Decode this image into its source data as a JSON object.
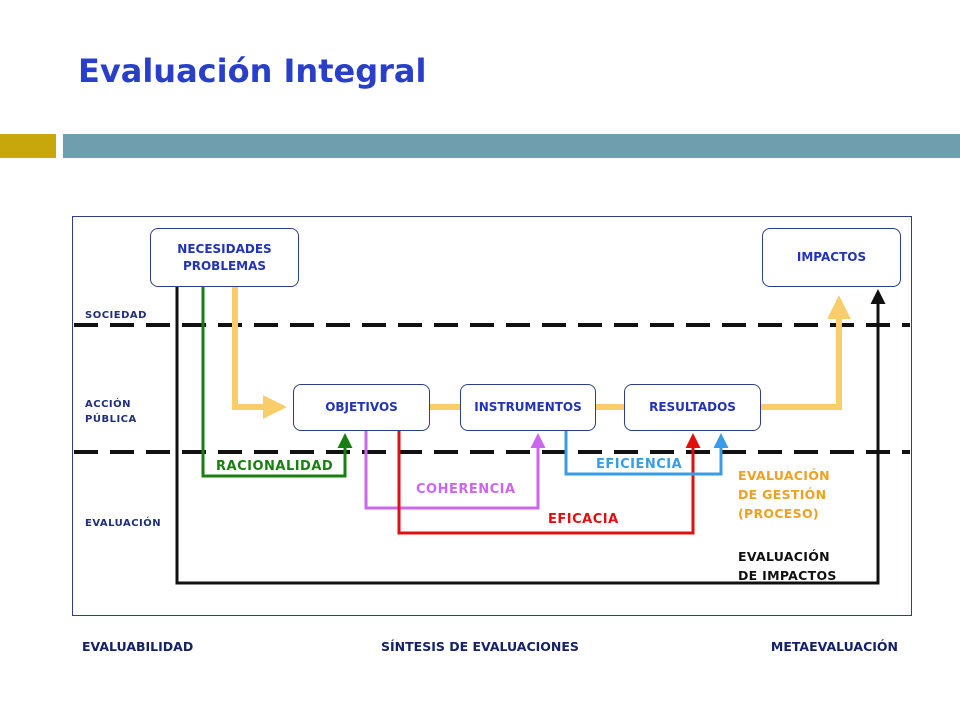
{
  "title": "Evaluación Integral",
  "colors": {
    "title": "#2a3fc9",
    "accent_gold": "#c8a70d",
    "accent_teal": "#6f9fae",
    "flow_yellow": "#f8cd6a",
    "racionalidad": "#1a7f12",
    "coherencia": "#cc66ee",
    "eficacia": "#e01010",
    "eficiencia": "#3a9be6",
    "gestion": "#f0a020",
    "impactos": "#111111"
  },
  "boxes": {
    "necesidades": [
      "NECESIDADES",
      "PROBLEMAS"
    ],
    "impactos": "IMPACTOS",
    "objetivos": "OBJETIVOS",
    "instrumentos": "INSTRUMENTOS",
    "resultados": "RESULTADOS"
  },
  "zones": {
    "sociedad": "SOCIEDAD",
    "accion_1": "ACCIÓN",
    "accion_2": "PÚBLICA",
    "evaluacion": "EVALUACIÓN"
  },
  "flows": {
    "racionalidad": "RACIONALIDAD",
    "coherencia": "COHERENCIA",
    "eficacia": "EFICACIA",
    "eficiencia": "EFICIENCIA"
  },
  "side_labels": {
    "gestion": [
      "EVALUACIÓN",
      "DE GESTIÓN",
      "(PROCESO)"
    ],
    "impactos": [
      "EVALUACIÓN",
      "DE IMPACTOS"
    ]
  },
  "footer": {
    "left": "EVALUABILIDAD",
    "center": "SÍNTESIS DE EVALUACIONES",
    "right": "METAEVALUACIÓN"
  }
}
